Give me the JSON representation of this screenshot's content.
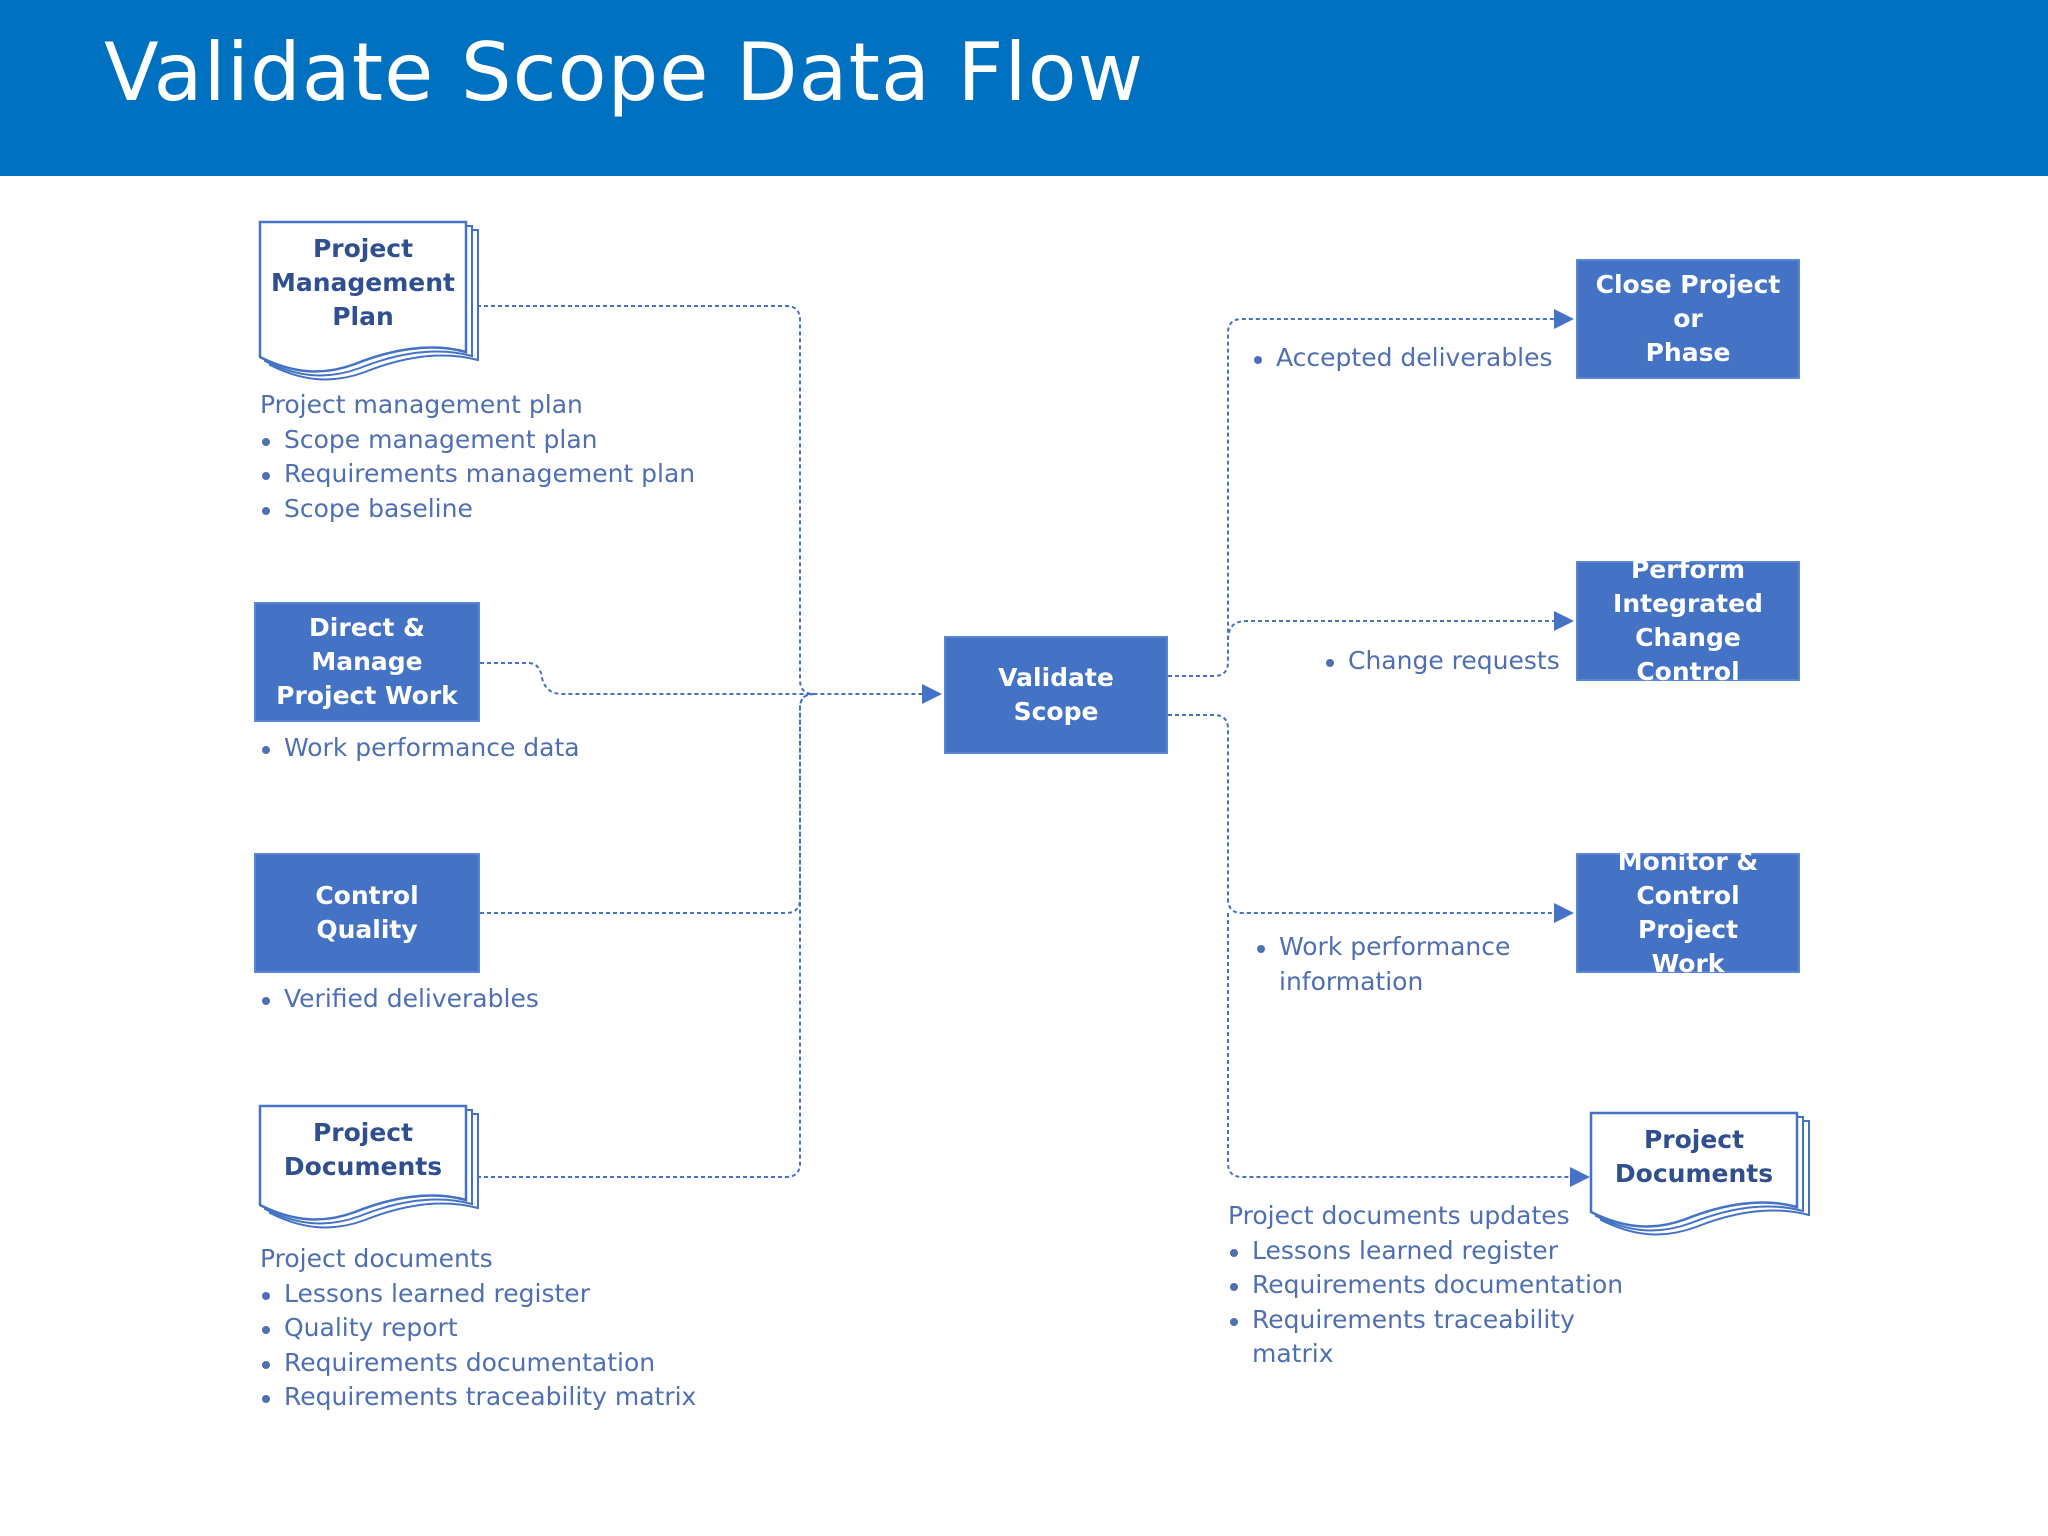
{
  "title": "Validate Scope Data Flow",
  "center": {
    "label": "Validate Scope"
  },
  "inputs": [
    {
      "kind": "document",
      "label": "Project\nManagement\nPlan",
      "caption_head": "Project management plan",
      "items": [
        "Scope management plan",
        "Requirements management plan",
        "Scope baseline"
      ]
    },
    {
      "kind": "process",
      "label": "Direct & Manage\nProject Work",
      "caption_head": "",
      "items": [
        "Work performance data"
      ]
    },
    {
      "kind": "process",
      "label": "Control Quality",
      "caption_head": "",
      "items": [
        "Verified deliverables"
      ]
    },
    {
      "kind": "document",
      "label": "Project\nDocuments",
      "caption_head": "Project documents",
      "items": [
        "Lessons learned register",
        "Quality report",
        "Requirements documentation",
        "Requirements traceability matrix"
      ]
    }
  ],
  "outputs": [
    {
      "kind": "process",
      "label": "Close Project or\nPhase",
      "caption_head": "",
      "items": [
        "Accepted deliverables"
      ]
    },
    {
      "kind": "process",
      "label": "Perform\nIntegrated\nChange Control",
      "caption_head": "",
      "items": [
        "Change requests"
      ]
    },
    {
      "kind": "process",
      "label": "Monitor &\nControl Project\nWork",
      "caption_head": "",
      "items": [
        "Work performance\ninformation"
      ]
    },
    {
      "kind": "document",
      "label": "Project\nDocuments",
      "caption_head": "Project documents updates",
      "items": [
        "Lessons learned register",
        "Requirements documentation",
        "Requirements traceability\nmatrix"
      ]
    }
  ],
  "colors": {
    "header": "#0070c0",
    "process_fill": "#4472c4",
    "connector": "#4472c4",
    "caption_text": "#4e6fb2"
  }
}
